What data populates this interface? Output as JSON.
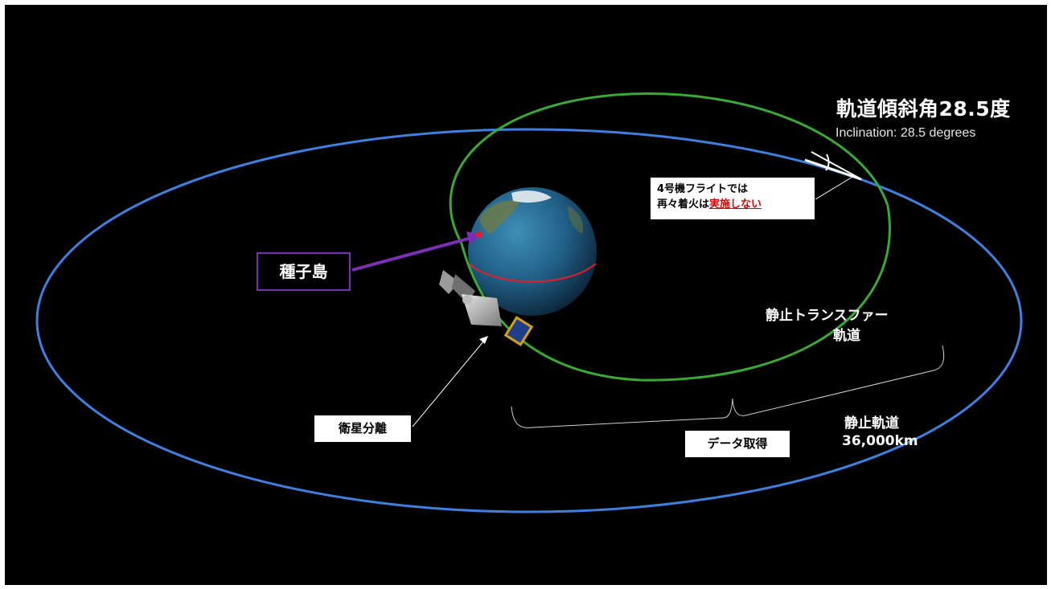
{
  "inclination": {
    "title": "軌道傾斜角28.5度",
    "subtitle": "Inclination: 28.5 degrees"
  },
  "note": {
    "line1": "4号機フライトでは",
    "line2_prefix": "再々着火は",
    "line2_highlight": "実施しない",
    "highlight_color": "#e00000"
  },
  "tanegashima_label": "種子島",
  "transfer_orbit": {
    "line1": "静止トランスファー",
    "line2": "軌道"
  },
  "separation_label": "衛星分離",
  "data_label": "データ取得",
  "geo_orbit": {
    "line1": "静止軌道",
    "line2": "36,000km"
  },
  "colors": {
    "background": "#000000",
    "geo_orbit": "#3f7fe0",
    "transfer_orbit": "#3aa935",
    "pointer": "#7b2fb5",
    "equator": "#e0202a"
  }
}
